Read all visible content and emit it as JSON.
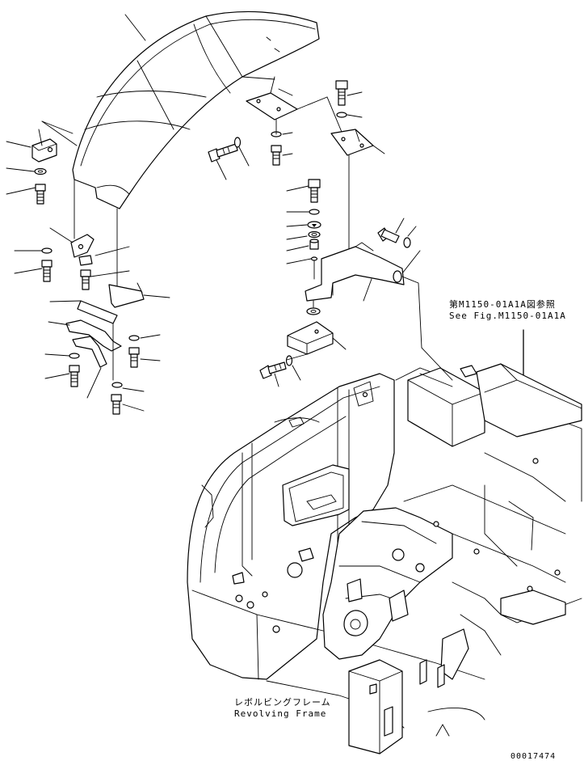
{
  "references": {
    "line1": "第M1150-01A1A図参照",
    "line2": "See Fig.M1150-01A1A"
  },
  "frame_label": {
    "jp": "レボルビングフレーム",
    "en": "Revolving Frame"
  },
  "drawing_number": "00017474"
}
